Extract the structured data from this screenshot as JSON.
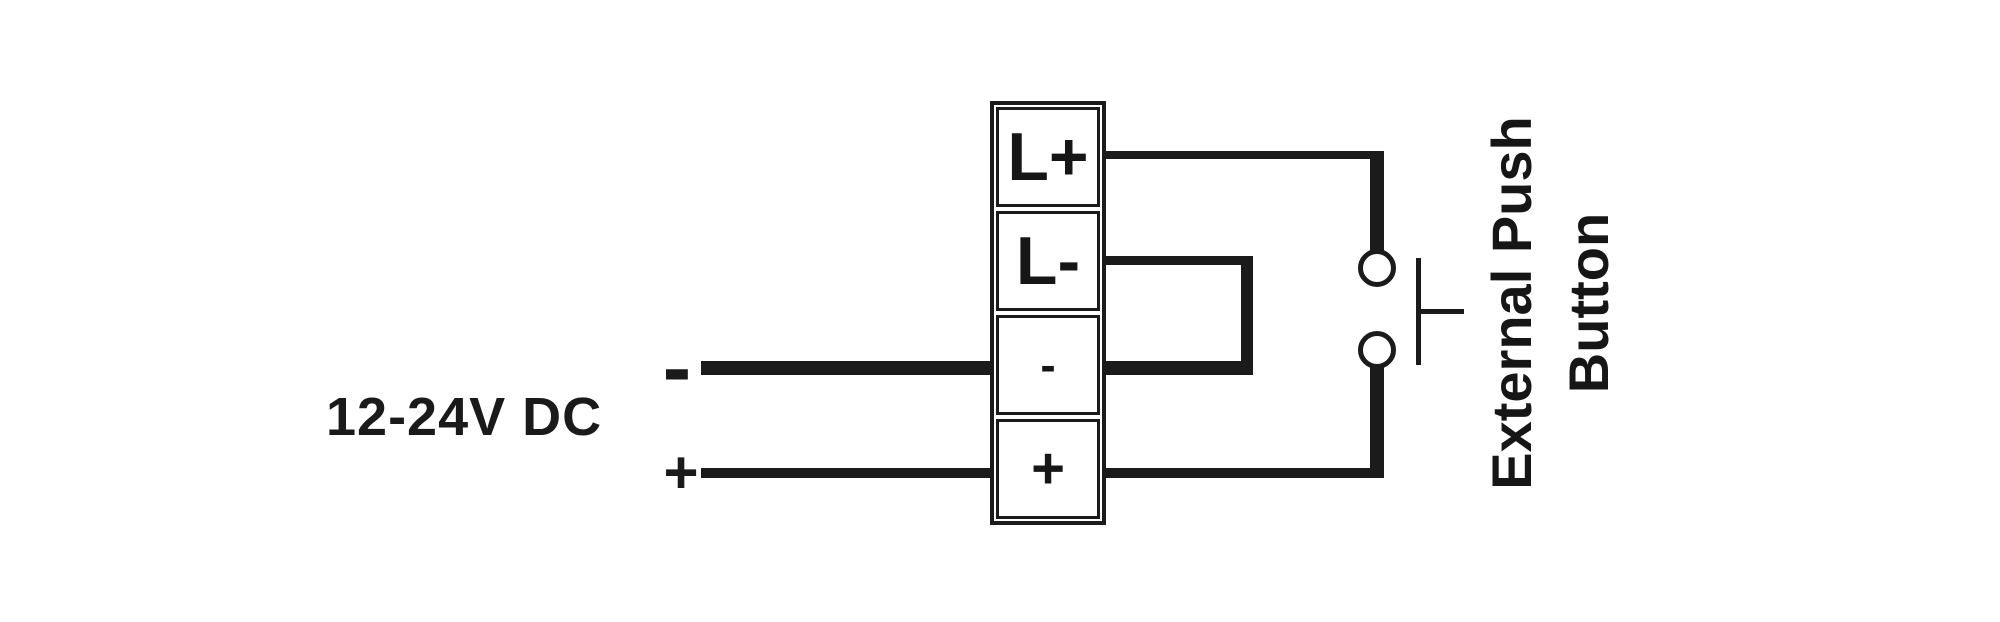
{
  "diagram": {
    "type": "wiring-diagram",
    "background_color": "#ffffff",
    "line_color": "#1b1b1b",
    "power_source": {
      "label": "12-24V DC",
      "negative_symbol": "-",
      "positive_symbol": "+"
    },
    "terminal_block": {
      "terminals": [
        {
          "label": "L+"
        },
        {
          "label": "L-"
        },
        {
          "label": "-"
        },
        {
          "label": "+"
        }
      ]
    },
    "push_button": {
      "symbol": "normally-open-push-button",
      "label_line1": "External Push",
      "label_line2": "Button"
    }
  }
}
